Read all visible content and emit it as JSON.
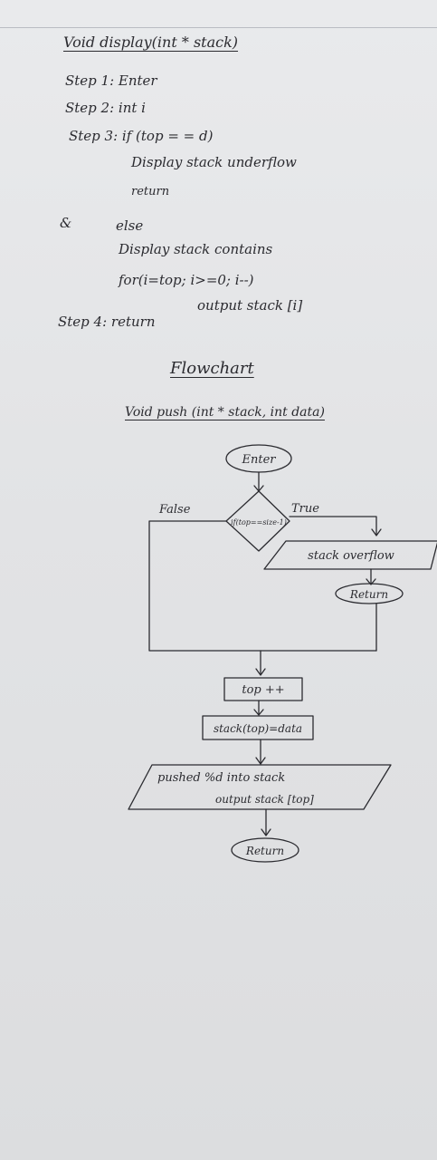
{
  "display_section": {
    "heading": "Void display(int * stack)",
    "step1": "Step 1: Enter",
    "step2": "Step 2: int i",
    "step3": "Step 3: if (top = = d)",
    "underflow_msg": "Display stack underflow",
    "return_1": "return",
    "else_marker": "&",
    "else_label": "else",
    "contains_msg": "Display stack contains",
    "for_loop": "for(i=top; i>=0; i--)",
    "output_line": "output stack [i]",
    "step4": "Step 4: return"
  },
  "flowchart_section": {
    "heading": "Flowchart",
    "function_sig": "Void push (int * stack, int data)",
    "start_node": "Enter",
    "decision": "if(top==size-1)",
    "false_label": "False",
    "true_label": "True",
    "overflow_node": "stack overflow",
    "return_true": "Return",
    "increment_node": "top ++",
    "assign_node": "stack(top)=data",
    "output_line1": "pushed %d into stack",
    "output_line2": "output stack [top]",
    "end_node": "Return"
  }
}
